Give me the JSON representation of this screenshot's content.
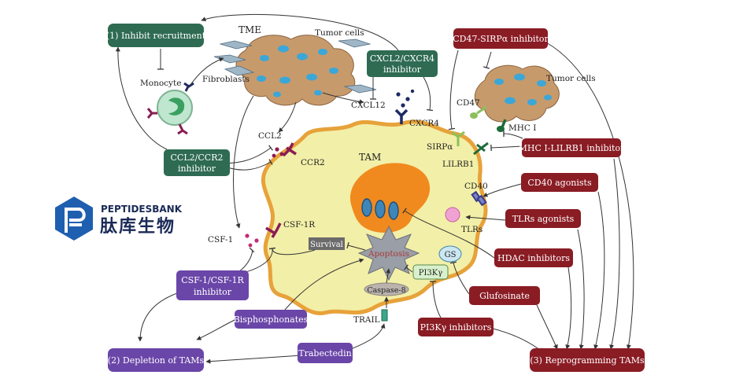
{
  "colors": {
    "green_box": "#2e6b52",
    "red_box": "#8a1c24",
    "purple_box": "#6a46a8",
    "tam_fill": "#f2efa8",
    "tam_stroke": "#e7a23a",
    "tumor_fill": "#c79a6c",
    "nucleus": "#3ba7d8",
    "logo_blue": "#1f5fb0"
  },
  "outcomes": {
    "inhibit": "(1) Inhibit recruitment",
    "depletion": "(2) Depletion of TAMs",
    "reprogramming": "(3) Reprogramming TAMs"
  },
  "green_boxes": {
    "cxcl2_line1": "CXCL2/CXCR4",
    "cxcl2_line2": "inhibitor",
    "ccl2_line1": "CCL2/CCR2",
    "ccl2_line2": "inhibitor"
  },
  "red_boxes": {
    "cd47": "CD47-SIRPα inhibitor",
    "mhc": "MHC I-LILRB1 inhibitor",
    "cd40": "CD40 agonists",
    "tlr": "TLRs agonists",
    "hdac": "HDAC inhibitors",
    "gluf": "Glufosinate",
    "pi3k": "PI3Kγ inhibitors"
  },
  "purple_boxes": {
    "csf_line1": "CSF-1/CSF-1R",
    "csf_line2": "inhibitor",
    "bisph": "Bisphosphonates",
    "trabe": "Trabectedin"
  },
  "labels": {
    "tme": "TME",
    "tumor_cells_top": "Tumor cells",
    "tumor_cells_right": "Tumor cells",
    "fibroblasts": "Fibroblasts",
    "monocyte": "Monocyte",
    "cxcl12": "CXCL12",
    "cxcr4": "CXCR4",
    "ccl2": "CCL2",
    "ccr2": "CCR2",
    "tam": "TAM",
    "sirpa": "SIRPα",
    "lilrb1": "LILRB1",
    "cd47": "CD47",
    "mhc1": "MHC I",
    "cd40": "CD40",
    "tlrs": "TLRs",
    "csf1": "CSF-1",
    "csf1r": "CSF-1R",
    "survival": "Survival",
    "apoptosis": "Apoptosis",
    "caspase": "Caspase-8",
    "pi3kg": "PI3Kγ",
    "gs": "GS",
    "trail": "TRAIL"
  },
  "logo": {
    "name": "PEPTIDESBANK",
    "chinese": "肽库生物"
  }
}
